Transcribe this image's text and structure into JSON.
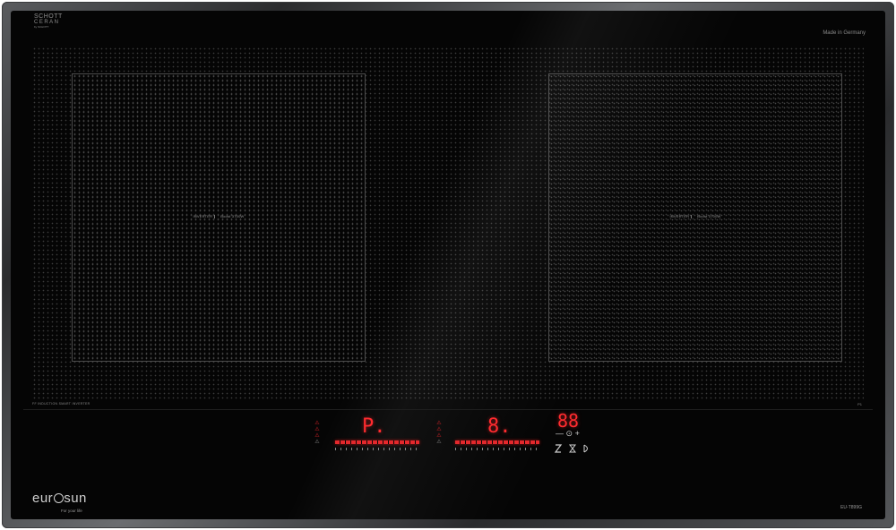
{
  "product": {
    "brand_top": {
      "line1": "SCHOTT",
      "line2": "CERAN",
      "line3": "by SCHOTT"
    },
    "made_in": "Made in Germany",
    "series_label": "FF INDUCTION SMART INVERTER",
    "right_small_label": "P1",
    "logo_text": "eurosun",
    "logo_parts": [
      "eur",
      "sun"
    ],
    "tagline": "For your life",
    "model": "EU-T899G"
  },
  "zones": [
    {
      "label_a": "INVERTER",
      "label_b": "Boost 3700W"
    },
    {
      "label_a": "INVERTER",
      "label_b": "Boost 3700W"
    }
  ],
  "controls": {
    "left_display": "P.",
    "middle_display": "8.",
    "timer_display": "88",
    "timer_minus": "—",
    "timer_plus": "+",
    "left_slider_level": 1.0,
    "middle_slider_level": 1.0,
    "warn_symbols": [
      "⚠",
      "⚠",
      "⚠",
      "⚠"
    ],
    "icons": [
      "lock-icon",
      "hourglass-icon",
      "bridge-icon",
      "timer-icon"
    ],
    "accent_color": "#e2242a"
  }
}
